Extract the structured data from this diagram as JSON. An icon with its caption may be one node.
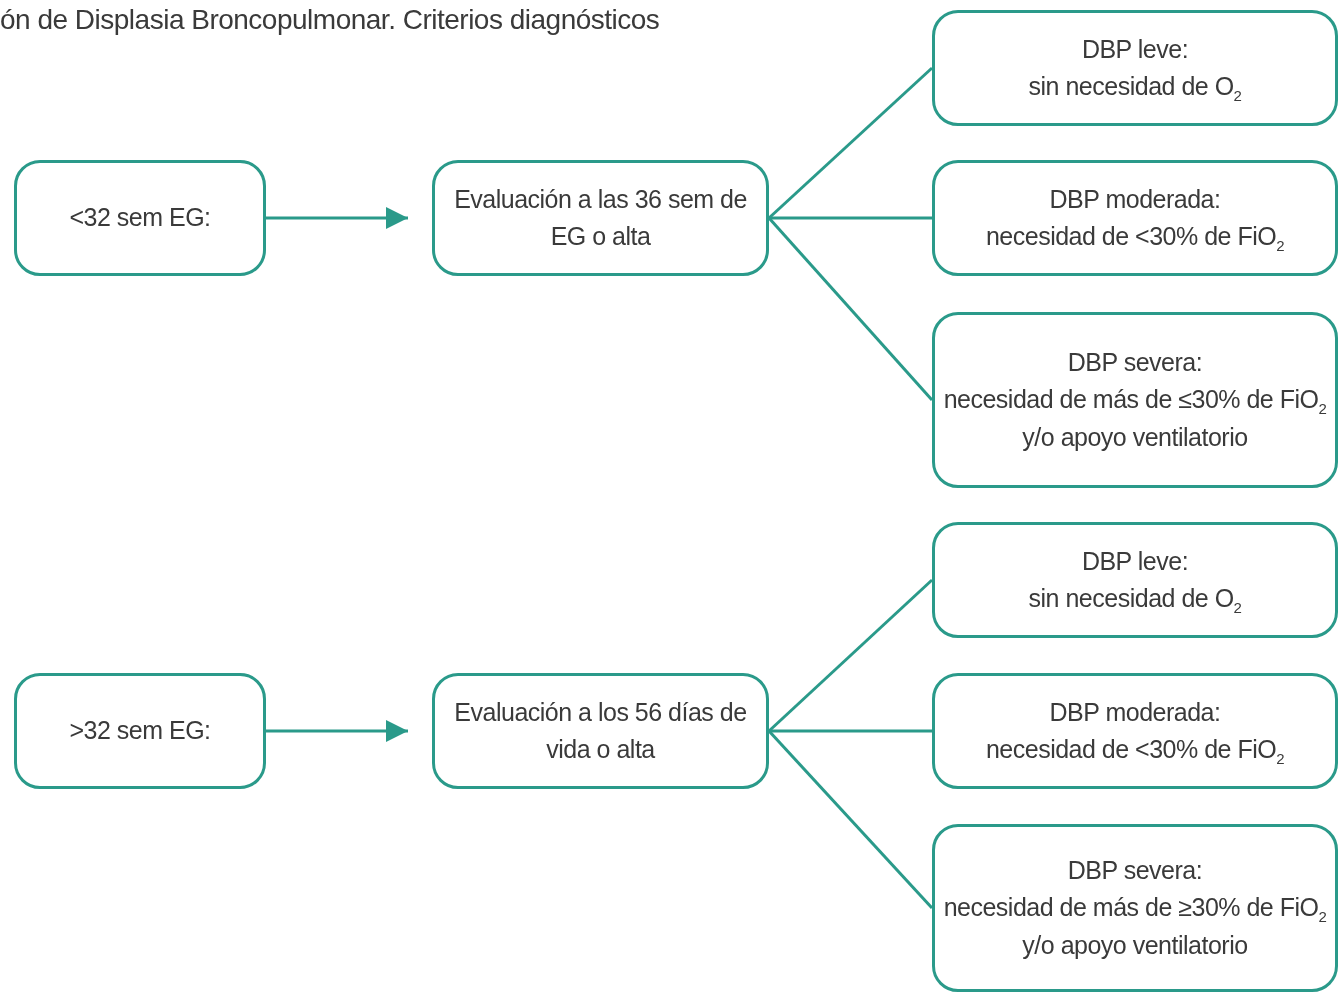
{
  "diagram": {
    "title": "ón de Displasia Broncopulmonar. Criterios diagnósticos",
    "nodes": [
      {
        "text": [
          "<32 sem EG:"
        ]
      },
      {
        "text": [
          "Evaluación a las 36 sem de EG o alta"
        ]
      },
      {
        "text": [
          "DBP leve:",
          "sin necesidad de O$_{2}$"
        ]
      },
      {
        "text": [
          "DBP moderada:",
          "necesidad de <30% de FiO$_{2}$"
        ]
      },
      {
        "text": [
          "DBP severa:",
          "necesidad de más de ≤30% de FiO$_{2}$ y/o apoyo ventilatorio"
        ]
      },
      {
        "text": [
          ">32 sem EG:"
        ]
      },
      {
        "text": [
          "Evaluación a los 56 días de vida o alta"
        ]
      },
      {
        "text": [
          "DBP leve:",
          "sin necesidad de O$_{2}$"
        ]
      },
      {
        "text": [
          "DBP moderada:",
          "necesidad de <30% de FiO$_{2}$"
        ]
      },
      {
        "text": [
          "DBP severa:",
          "necesidad de más de ≥30% de FiO$_{2}$ y/o apoyo ventilatorio"
        ]
      }
    ],
    "edges": [
      {
        "from": 0,
        "to": 1,
        "arrow": "to"
      },
      {
        "from": 1,
        "to": 2,
        "arrow": "none"
      },
      {
        "from": 1,
        "to": 3,
        "arrow": "none"
      },
      {
        "from": 1,
        "to": 4,
        "arrow": "none"
      },
      {
        "from": 5,
        "to": 6,
        "arrow": "to"
      },
      {
        "from": 6,
        "to": 7,
        "arrow": "none"
      },
      {
        "from": 6,
        "to": 8,
        "arrow": "none"
      },
      {
        "from": 6,
        "to": 9,
        "arrow": "none"
      }
    ]
  }
}
